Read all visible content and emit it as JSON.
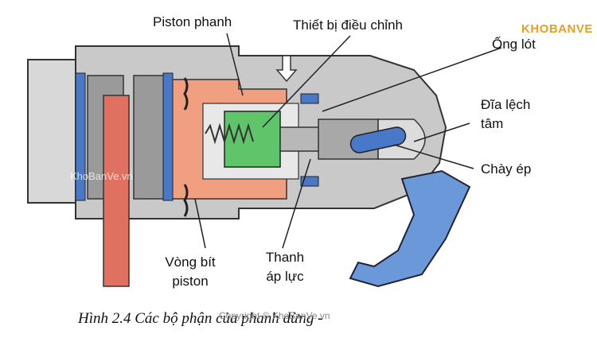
{
  "labels": {
    "piston": "Piston phanh",
    "adjuster": "Thiết bị điều chỉnh",
    "sleeve": "Ống lót",
    "eccentric_line1": "Đĩa lệch",
    "eccentric_line2": "tâm",
    "push_pin": "Chày ép",
    "seal_line1": "Vòng bít",
    "seal_line2": "piston",
    "rod_line1": "Thanh",
    "rod_line2": "áp lực"
  },
  "caption": "Hình 2.4 Các bộ phận của phanh dừng -",
  "watermark": "KhoBanVe.vn",
  "copyright": "Copyright © KhoBanVe.vn",
  "logo": "KHOBANVE",
  "colors": {
    "housing": "#c9c9c9",
    "housing_dark": "#8a8a8a",
    "piston": "#f0a080",
    "pad": "#9a9a9a",
    "disc": "#e07060",
    "blue": "#4a78c8",
    "green": "#5fc46a",
    "bg": "#ffffff"
  }
}
